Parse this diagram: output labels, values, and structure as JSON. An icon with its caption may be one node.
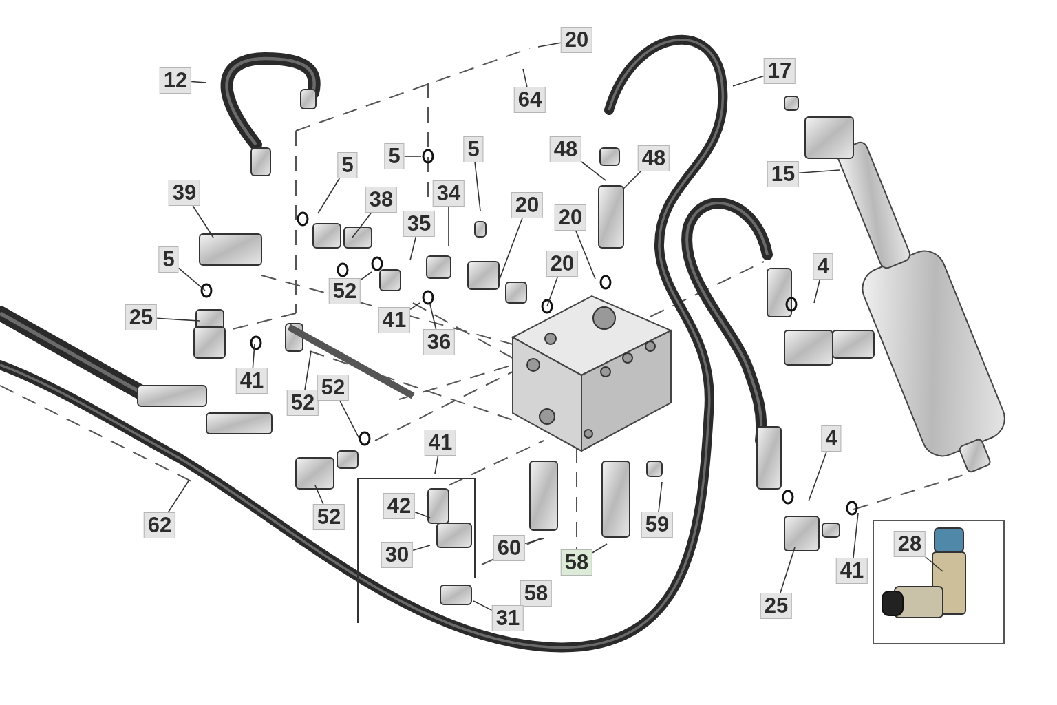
{
  "diagram": {
    "nodes": [
      {
        "text": [
          "12"
        ]
      },
      {
        "text": [
          "20"
        ]
      },
      {
        "text": [
          "64"
        ]
      },
      {
        "text": [
          "17"
        ]
      },
      {
        "text": [
          "5"
        ]
      },
      {
        "text": [
          "5"
        ]
      },
      {
        "text": [
          "5"
        ]
      },
      {
        "text": [
          "48"
        ]
      },
      {
        "text": [
          "48"
        ]
      },
      {
        "text": [
          "15"
        ]
      },
      {
        "text": [
          "39"
        ]
      },
      {
        "text": [
          "38"
        ]
      },
      {
        "text": [
          "34"
        ]
      },
      {
        "text": [
          "35"
        ]
      },
      {
        "text": [
          "20"
        ]
      },
      {
        "text": [
          "20"
        ]
      },
      {
        "text": [
          "20"
        ]
      },
      {
        "text": [
          "4"
        ]
      },
      {
        "text": [
          "5"
        ]
      },
      {
        "text": [
          "52"
        ]
      },
      {
        "text": [
          "25"
        ]
      },
      {
        "text": [
          "41"
        ]
      },
      {
        "text": [
          "36"
        ]
      },
      {
        "text": [
          "41"
        ]
      },
      {
        "text": [
          "52"
        ]
      },
      {
        "text": [
          "52"
        ]
      },
      {
        "text": [
          "41"
        ]
      },
      {
        "text": [
          "4"
        ]
      },
      {
        "text": [
          "42"
        ]
      },
      {
        "text": [
          "62"
        ]
      },
      {
        "text": [
          "52"
        ]
      },
      {
        "text": [
          "60"
        ]
      },
      {
        "text": [
          "59"
        ]
      },
      {
        "text": [
          "30"
        ]
      },
      {
        "text": [
          "58"
        ]
      },
      {
        "text": [],
        "shape": "box"
      },
      {
        "text": [
          "28"
        ],
        "in": 35
      },
      {
        "text": [
          "41"
        ]
      },
      {
        "text": [
          "25"
        ]
      },
      {
        "text": [
          "58"
        ]
      },
      {
        "text": [
          "31"
        ]
      }
    ],
    "edges": [
      {
        "from": 0,
        "to": null,
        "arrow": "none"
      },
      {
        "from": 1,
        "to": null,
        "arrow": "none"
      },
      {
        "from": 2,
        "to": null,
        "arrow": "none"
      },
      {
        "from": 3,
        "to": null,
        "arrow": "none"
      },
      {
        "from": 4,
        "to": null,
        "arrow": "none"
      },
      {
        "from": 5,
        "to": null,
        "arrow": "none"
      },
      {
        "from": 6,
        "to": null,
        "arrow": "none"
      },
      {
        "from": 7,
        "to": null,
        "arrow": "none"
      },
      {
        "from": 8,
        "to": null,
        "arrow": "none"
      },
      {
        "from": 9,
        "to": null,
        "arrow": "none"
      },
      {
        "from": 10,
        "to": null,
        "arrow": "none"
      },
      {
        "from": 11,
        "to": null,
        "arrow": "none"
      },
      {
        "from": 12,
        "to": null,
        "arrow": "none"
      },
      {
        "from": 13,
        "to": null,
        "arrow": "none"
      },
      {
        "from": 14,
        "to": null,
        "arrow": "none"
      },
      {
        "from": 15,
        "to": null,
        "arrow": "none"
      },
      {
        "from": 16,
        "to": null,
        "arrow": "none"
      },
      {
        "from": 17,
        "to": null,
        "arrow": "none"
      },
      {
        "from": 18,
        "to": null,
        "arrow": "none"
      },
      {
        "from": 19,
        "to": null,
        "arrow": "none"
      },
      {
        "from": 20,
        "to": null,
        "arrow": "none"
      },
      {
        "from": 21,
        "to": null,
        "arrow": "none"
      },
      {
        "from": 22,
        "to": null,
        "arrow": "none"
      },
      {
        "from": 23,
        "to": null,
        "arrow": "none"
      },
      {
        "from": 24,
        "to": null,
        "arrow": "none"
      },
      {
        "from": 25,
        "to": null,
        "arrow": "none"
      },
      {
        "from": 26,
        "to": null,
        "arrow": "none"
      },
      {
        "from": 27,
        "to": null,
        "arrow": "none"
      },
      {
        "from": 28,
        "to": null,
        "arrow": "none"
      },
      {
        "from": 29,
        "to": null,
        "arrow": "none"
      },
      {
        "from": 30,
        "to": null,
        "arrow": "none"
      },
      {
        "from": 31,
        "to": null,
        "arrow": "none"
      },
      {
        "from": 32,
        "to": null,
        "arrow": "none"
      },
      {
        "from": 33,
        "to": null,
        "arrow": "none"
      },
      {
        "from": 34,
        "to": null,
        "arrow": "none"
      },
      {
        "from": 36,
        "to": null,
        "arrow": "none"
      },
      {
        "from": 37,
        "to": null,
        "arrow": "none"
      },
      {
        "from": 38,
        "to": null,
        "arrow": "none"
      },
      {
        "from": 40,
        "to": null,
        "arrow": "none"
      }
    ]
  }
}
